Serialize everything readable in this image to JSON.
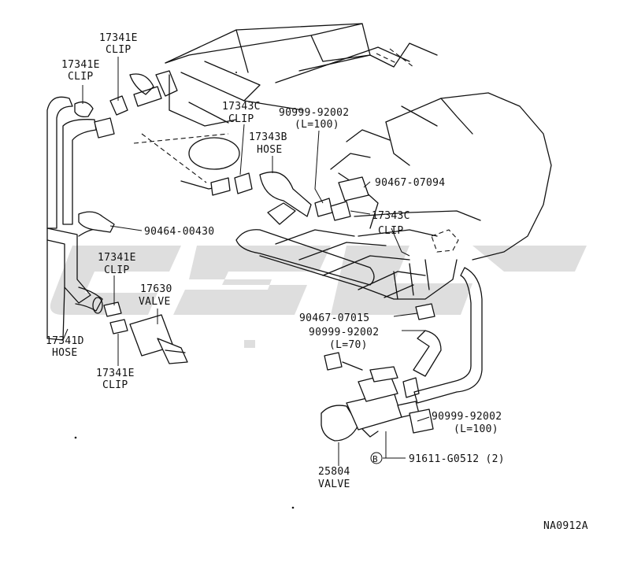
{
  "diagram_code": "NA0912A",
  "labels": {
    "clip_17341e_top": {
      "part": "17341E",
      "name": "CLIP"
    },
    "clip_17341e_left": {
      "part": "17341E",
      "name": "CLIP"
    },
    "clip_17343c_top": {
      "part": "17343C",
      "name": "CLIP"
    },
    "hose_17343b": {
      "part": "17343B",
      "name": "HOSE"
    },
    "hose_90999_92002_top": {
      "part": "90999-92002",
      "length": "(L=100)"
    },
    "part_90467_07094": {
      "part": "90467-07094"
    },
    "clip_17343c_right": {
      "part": "17343C",
      "name": "CLIP"
    },
    "part_90464_00430": {
      "part": "90464-00430"
    },
    "clip_17341e_mid": {
      "part": "17341E",
      "name": "CLIP"
    },
    "valve_17630": {
      "part": "17630",
      "name": "VALVE"
    },
    "hose_17341d": {
      "part": "17341D",
      "name": "HOSE"
    },
    "clip_17341e_bottom": {
      "part": "17341E",
      "name": "CLIP"
    },
    "part_90467_07015": {
      "part": "90467-07015"
    },
    "hose_90999_92002_mid": {
      "part": "90999-92002",
      "length": "(L=70)"
    },
    "hose_90999_92002_right": {
      "part": "90999-92002",
      "length": "(L=100)"
    },
    "bolt_91611": {
      "marker": "B",
      "part": "91611-G0512 (2)"
    },
    "valve_25804": {
      "part": "25804",
      "name": "VALVE"
    }
  }
}
